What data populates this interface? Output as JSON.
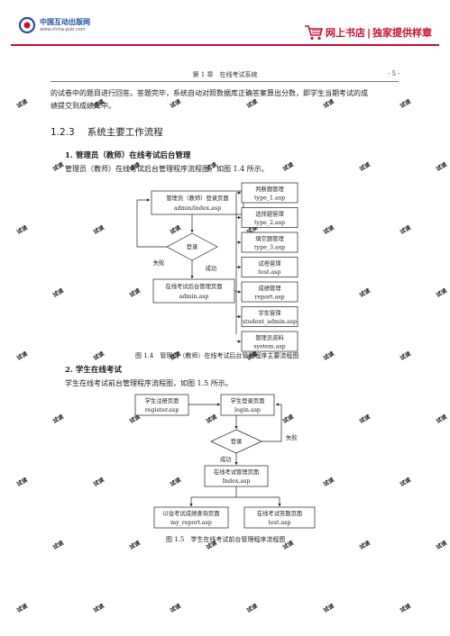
{
  "header": {
    "publisher_name": "中国互动出版网",
    "publisher_url": "www.china-pub.com",
    "banner_store": "网上书店",
    "banner_tagline": "独家提供样章",
    "chapter_label": "第 1 章　在线考试系统",
    "page_number": "· 5 ·"
  },
  "intro": {
    "line1": "的试卷中的题目进行回答。答题完毕，系统自动对照数据库正确答案算出分数，即学生当期考试的成",
    "line2": "绩提交到成绩库中。"
  },
  "section": {
    "number": "1.2.3",
    "title": "系统主要工作流程"
  },
  "admin": {
    "heading": "1. 管理员（教师）在线考试后台管理",
    "desc": "管理员（教师）在线考试后台管理程序流程图，如图 1.4 所示。",
    "flow": {
      "login_box": [
        "管理员（教师）登录页面",
        "admin/index.asp"
      ],
      "decision": "登录",
      "fail": "失败",
      "success": "成功",
      "manage_box": [
        "在线考试后台管理页面",
        "admin.asp"
      ],
      "modules": [
        [
          "判断题管理",
          "type_1.asp"
        ],
        [
          "选择题管理",
          "type_2.asp"
        ],
        [
          "填空题管理",
          "type_3.asp"
        ],
        [
          "试卷管理",
          "test.asp"
        ],
        [
          "成绩管理",
          "report.asp"
        ],
        [
          "学生管理",
          "student_admin.asp"
        ],
        [
          "管理员资料",
          "system.asp"
        ]
      ]
    },
    "caption": "图 1.4　管理员（教师）在线考试后台管理程序主要流程图"
  },
  "student": {
    "heading": "2. 学生在线考试",
    "desc": "学生在线考试前台管理程序流程图，如图 1.5 所示。",
    "flow": {
      "register_box": [
        "学生注册页面",
        "register.asp"
      ],
      "login_box": [
        "学生登录页面",
        "login.asp"
      ],
      "decision": "登录",
      "fail": "失败",
      "success": "成功",
      "manage_box": [
        "在线考试管理页面",
        "Index.asp"
      ],
      "report_box": [
        "以往考试成绩查询页面",
        "my_report.asp"
      ],
      "test_box": [
        "在线考试答题页面",
        "test.asp"
      ]
    },
    "caption": "图 1.5　学生在线考试前台管理程序流程图"
  },
  "watermark": "试读",
  "colors": {
    "accent": "#c8102e",
    "publisher_blue": "#1f4fa0",
    "watermark": "#d9d9d9"
  }
}
